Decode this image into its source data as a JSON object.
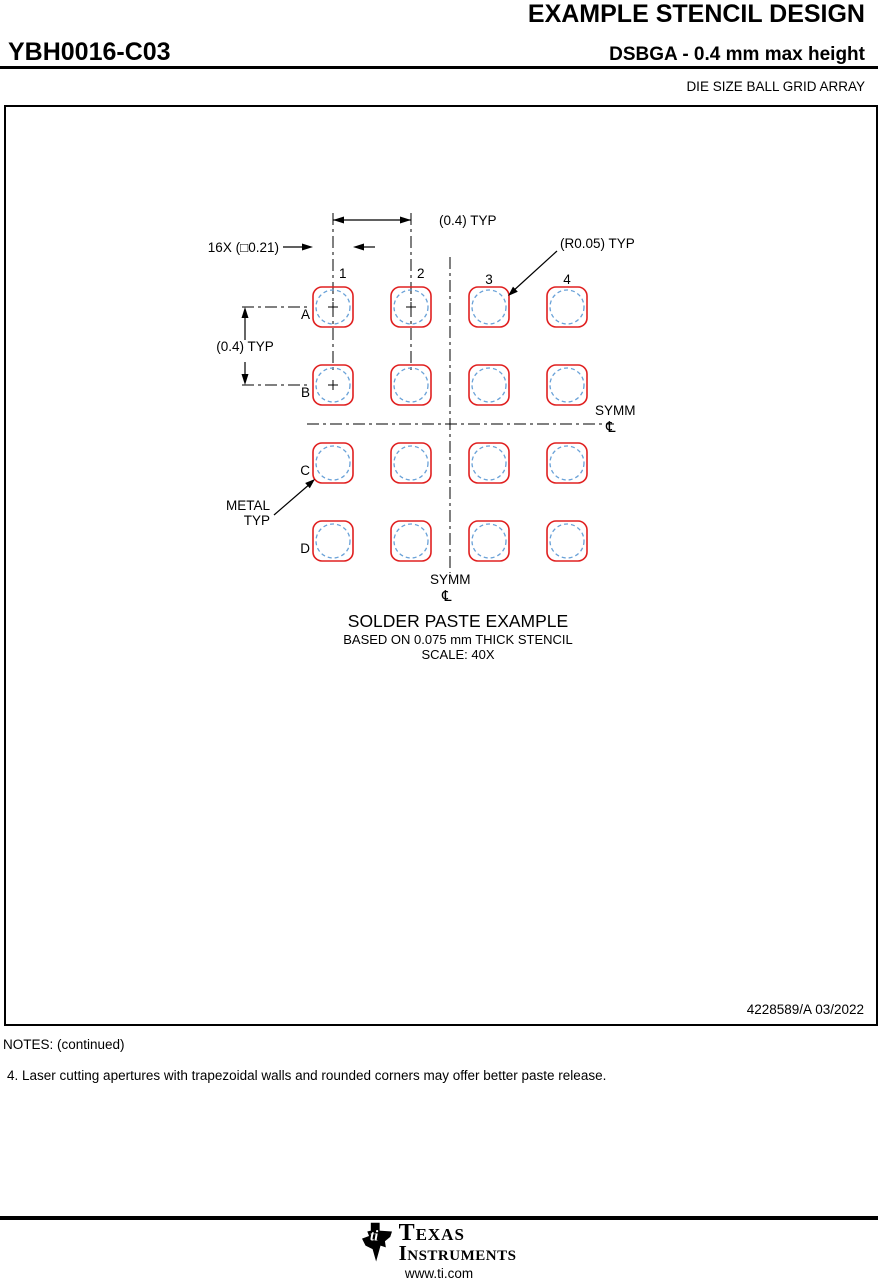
{
  "header": {
    "doc_title": "EXAMPLE STENCIL DESIGN",
    "part_number": "YBH0016-C03",
    "package_spec": "DSBGA - 0.4 mm max height",
    "package_family": "DIE SIZE BALL GRID ARRAY"
  },
  "drawing": {
    "column_labels": [
      "1",
      "2",
      "3",
      "4"
    ],
    "row_labels": [
      "A",
      "B",
      "C",
      "D"
    ],
    "labels": {
      "pitch_top": "(0.4) TYP",
      "pitch_left": "(0.4) TYP",
      "aperture_count_size": "16X (□0.21)",
      "corner_radius": "(R0.05) TYP",
      "symm": "SYMM",
      "centerline_symbol": "℄",
      "metal_line1": "METAL",
      "metal_line2": "TYP"
    },
    "caption": {
      "title": "SOLDER PASTE EXAMPLE",
      "subtitle": "BASED ON 0.075 mm THICK STENCIL",
      "scale": "SCALE: 40X"
    },
    "doc_number": "4228589/A",
    "doc_date": "03/2022",
    "grid": {
      "rows": 4,
      "cols": 4,
      "pad_count": 16
    }
  },
  "notes": {
    "heading": "NOTES: (continued)",
    "items": [
      "4. Laser cutting apertures with trapezoidal walls and rounded corners may offer better paste release."
    ]
  },
  "footer": {
    "brand_top": "Texas",
    "brand_bottom": "Instruments",
    "monogram": "ti",
    "website": "www.ti.com"
  },
  "colors": {
    "aperture_red": "#e02020",
    "land_blue": "#6aa2d8",
    "line_black": "#000000"
  }
}
